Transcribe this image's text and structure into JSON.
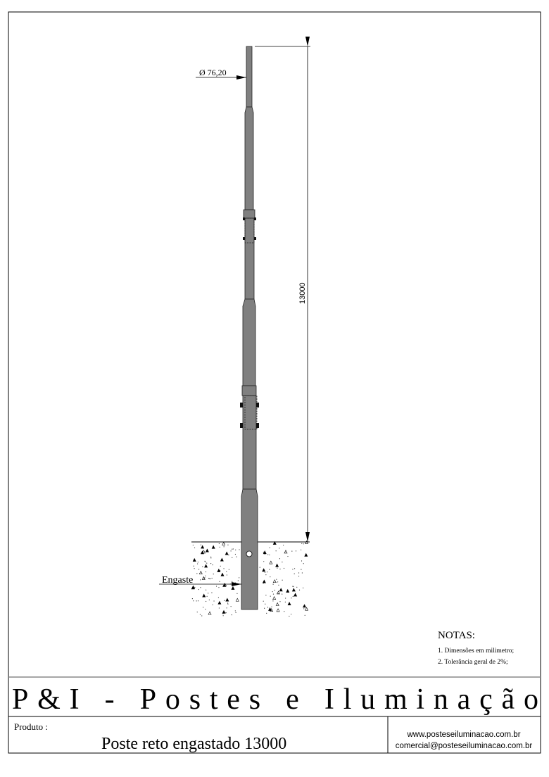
{
  "drawing": {
    "diameter_label": "Ø 76,20",
    "height_dimension": "13000",
    "embed_label": "Engaste",
    "pole_color": "#808080"
  },
  "notes": {
    "title": "NOTAS:",
    "items": [
      "1. Dimensões em milimetro;",
      "2. Tolerância geral de 2%;"
    ]
  },
  "title_block": {
    "company": "P&I - Postes e Iluminação",
    "product_label": "Produto :",
    "product_name": "Poste reto engastado 13000",
    "website": "www.posteseiluminacao.com.br",
    "email": "comercial@posteseiluminacao.com.br"
  }
}
